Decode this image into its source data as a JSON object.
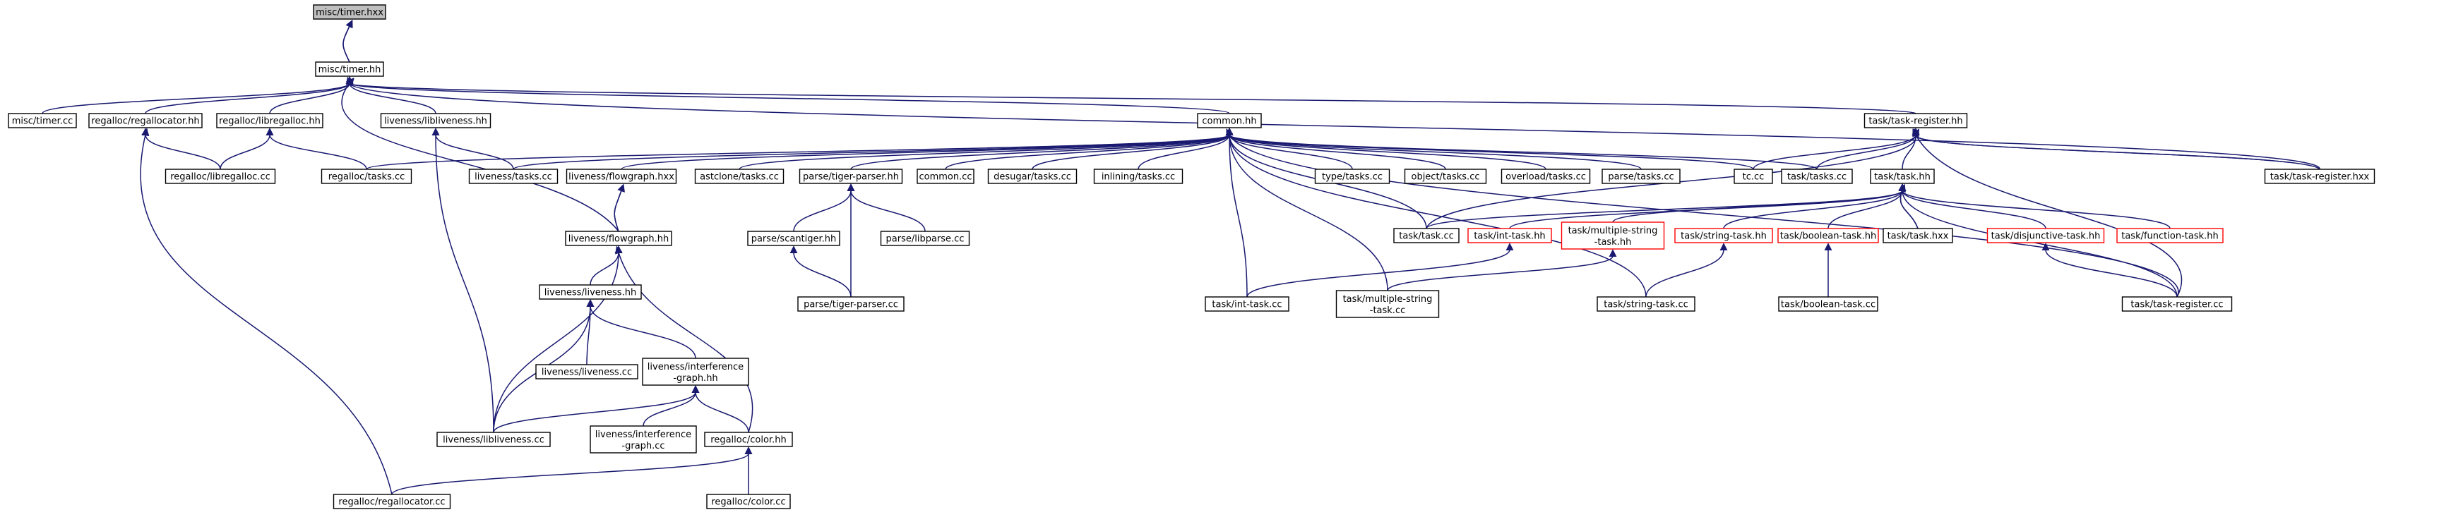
{
  "graph": {
    "colors": {
      "edge": "#191970",
      "node_border": "#000000",
      "node_border_incomplete": "#ff0000",
      "root_fill": "#bfbfbf"
    },
    "nodes": [
      {
        "id": "misc_timer_hxx",
        "label": "misc/timer.hxx",
        "style": "root"
      },
      {
        "id": "misc_timer_hh",
        "label": "misc/timer.hh"
      },
      {
        "id": "misc_timer_cc",
        "label": "misc/timer.cc"
      },
      {
        "id": "regalloc_regallocator_hh",
        "label": "regalloc/regallocator.hh"
      },
      {
        "id": "regalloc_libregalloc_hh",
        "label": "regalloc/libregalloc.hh"
      },
      {
        "id": "liveness_libliveness_hh",
        "label": "liveness/libliveness.hh"
      },
      {
        "id": "common_hh",
        "label": "common.hh"
      },
      {
        "id": "task_task_register_hh",
        "label": "task/task-register.hh"
      },
      {
        "id": "regalloc_libregalloc_cc",
        "label": "regalloc/libregalloc.cc"
      },
      {
        "id": "regalloc_tasks_cc",
        "label": "regalloc/tasks.cc"
      },
      {
        "id": "liveness_tasks_cc",
        "label": "liveness/tasks.cc"
      },
      {
        "id": "liveness_flowgraph_hxx",
        "label": "liveness/flowgraph.hxx"
      },
      {
        "id": "astclone_tasks_cc",
        "label": "astclone/tasks.cc"
      },
      {
        "id": "parse_tiger_parser_hh",
        "label": "parse/tiger-parser.hh"
      },
      {
        "id": "common_cc",
        "label": "common.cc"
      },
      {
        "id": "desugar_tasks_cc",
        "label": "desugar/tasks.cc"
      },
      {
        "id": "inlining_tasks_cc",
        "label": "inlining/tasks.cc"
      },
      {
        "id": "type_tasks_cc",
        "label": "type/tasks.cc"
      },
      {
        "id": "object_tasks_cc",
        "label": "object/tasks.cc"
      },
      {
        "id": "overload_tasks_cc",
        "label": "overload/tasks.cc"
      },
      {
        "id": "parse_tasks_cc",
        "label": "parse/tasks.cc"
      },
      {
        "id": "tc_cc",
        "label": "tc.cc"
      },
      {
        "id": "task_tasks_cc",
        "label": "task/tasks.cc"
      },
      {
        "id": "task_task_hh",
        "label": "task/task.hh"
      },
      {
        "id": "task_task_register_hxx",
        "label": "task/task-register.hxx"
      },
      {
        "id": "liveness_flowgraph_hh",
        "label": "liveness/flowgraph.hh"
      },
      {
        "id": "parse_scantiger_hh",
        "label": "parse/scantiger.hh"
      },
      {
        "id": "parse_libparse_cc",
        "label": "parse/libparse.cc"
      },
      {
        "id": "task_task_cc",
        "label": "task/task.cc"
      },
      {
        "id": "task_int_task_hh",
        "label": "task/int-task.hh",
        "style": "red"
      },
      {
        "id": "task_multiple_string_task_hh",
        "label": "task/multiple-string\n-task.hh",
        "style": "red"
      },
      {
        "id": "task_string_task_hh",
        "label": "task/string-task.hh",
        "style": "red"
      },
      {
        "id": "task_boolean_task_hh",
        "label": "task/boolean-task.hh",
        "style": "red"
      },
      {
        "id": "task_task_hxx",
        "label": "task/task.hxx"
      },
      {
        "id": "task_disjunctive_task_hh",
        "label": "task/disjunctive-task.hh",
        "style": "red"
      },
      {
        "id": "task_function_task_hh",
        "label": "task/function-task.hh",
        "style": "red"
      },
      {
        "id": "liveness_liveness_hh",
        "label": "liveness/liveness.hh"
      },
      {
        "id": "parse_tiger_parser_cc",
        "label": "parse/tiger-parser.cc"
      },
      {
        "id": "task_int_task_cc",
        "label": "task/int-task.cc"
      },
      {
        "id": "task_multiple_string_task_cc",
        "label": "task/multiple-string\n-task.cc"
      },
      {
        "id": "task_string_task_cc",
        "label": "task/string-task.cc"
      },
      {
        "id": "task_boolean_task_cc",
        "label": "task/boolean-task.cc"
      },
      {
        "id": "task_task_register_cc",
        "label": "task/task-register.cc"
      },
      {
        "id": "liveness_liveness_cc",
        "label": "liveness/liveness.cc"
      },
      {
        "id": "liveness_interference_graph_hh",
        "label": "liveness/interference\n-graph.hh"
      },
      {
        "id": "liveness_libliveness_cc",
        "label": "liveness/libliveness.cc"
      },
      {
        "id": "liveness_interference_graph_cc",
        "label": "liveness/interference\n-graph.cc"
      },
      {
        "id": "regalloc_color_hh",
        "label": "regalloc/color.hh"
      },
      {
        "id": "regalloc_regallocator_cc",
        "label": "regalloc/regallocator.cc"
      },
      {
        "id": "regalloc_color_cc",
        "label": "regalloc/color.cc"
      }
    ],
    "edges": [
      [
        "misc_timer_hxx",
        "misc_timer_hh"
      ],
      [
        "misc_timer_hh",
        "misc_timer_hxx"
      ],
      [
        "misc_timer_hh",
        "misc_timer_cc"
      ],
      [
        "misc_timer_hh",
        "regalloc_regallocator_hh"
      ],
      [
        "misc_timer_hh",
        "regalloc_libregalloc_hh"
      ],
      [
        "misc_timer_hh",
        "liveness_libliveness_hh"
      ],
      [
        "misc_timer_hh",
        "common_hh"
      ],
      [
        "misc_timer_hh",
        "task_task_register_hh"
      ],
      [
        "misc_timer_hh",
        "task_task_register_hxx"
      ],
      [
        "misc_timer_hh",
        "liveness_flowgraph_hh"
      ],
      [
        "regalloc_regallocator_hh",
        "regalloc_libregalloc_cc"
      ],
      [
        "regalloc_regallocator_hh",
        "regalloc_regallocator_cc"
      ],
      [
        "regalloc_libregalloc_hh",
        "regalloc_libregalloc_cc"
      ],
      [
        "regalloc_libregalloc_hh",
        "regalloc_tasks_cc"
      ],
      [
        "liveness_libliveness_hh",
        "liveness_tasks_cc"
      ],
      [
        "liveness_libliveness_hh",
        "liveness_libliveness_cc"
      ],
      [
        "common_hh",
        "regalloc_tasks_cc"
      ],
      [
        "common_hh",
        "liveness_tasks_cc"
      ],
      [
        "common_hh",
        "liveness_flowgraph_hxx"
      ],
      [
        "common_hh",
        "astclone_tasks_cc"
      ],
      [
        "common_hh",
        "parse_tiger_parser_hh"
      ],
      [
        "common_hh",
        "common_cc"
      ],
      [
        "common_hh",
        "desugar_tasks_cc"
      ],
      [
        "common_hh",
        "inlining_tasks_cc"
      ],
      [
        "common_hh",
        "type_tasks_cc"
      ],
      [
        "common_hh",
        "object_tasks_cc"
      ],
      [
        "common_hh",
        "overload_tasks_cc"
      ],
      [
        "common_hh",
        "parse_tasks_cc"
      ],
      [
        "common_hh",
        "tc_cc"
      ],
      [
        "common_hh",
        "task_tasks_cc"
      ],
      [
        "common_hh",
        "task_task_cc"
      ],
      [
        "common_hh",
        "task_int_task_cc"
      ],
      [
        "common_hh",
        "task_multiple_string_task_cc"
      ],
      [
        "common_hh",
        "task_string_task_cc"
      ],
      [
        "common_hh",
        "task_task_register_cc"
      ],
      [
        "task_task_register_hh",
        "tc_cc"
      ],
      [
        "task_task_register_hh",
        "task_tasks_cc"
      ],
      [
        "task_task_register_hh",
        "task_task_hh"
      ],
      [
        "task_task_register_hh",
        "task_task_register_hxx"
      ],
      [
        "task_task_register_hh",
        "task_task_cc"
      ],
      [
        "task_task_register_hh",
        "task_task_register_cc"
      ],
      [
        "task_task_register_hxx",
        "task_task_register_hh"
      ],
      [
        "liveness_flowgraph_hxx",
        "liveness_flowgraph_hh"
      ],
      [
        "liveness_flowgraph_hh",
        "liveness_flowgraph_hxx"
      ],
      [
        "liveness_flowgraph_hh",
        "liveness_liveness_hh"
      ],
      [
        "liveness_flowgraph_hh",
        "liveness_libliveness_cc"
      ],
      [
        "liveness_flowgraph_hh",
        "regalloc_color_hh"
      ],
      [
        "parse_tiger_parser_hh",
        "parse_scantiger_hh"
      ],
      [
        "parse_tiger_parser_hh",
        "parse_libparse_cc"
      ],
      [
        "parse_tiger_parser_hh",
        "parse_tiger_parser_cc"
      ],
      [
        "parse_scantiger_hh",
        "parse_tiger_parser_cc"
      ],
      [
        "task_task_hh",
        "task_task_cc"
      ],
      [
        "task_task_hh",
        "task_int_task_hh"
      ],
      [
        "task_task_hh",
        "task_multiple_string_task_hh"
      ],
      [
        "task_task_hh",
        "task_string_task_hh"
      ],
      [
        "task_task_hh",
        "task_boolean_task_hh"
      ],
      [
        "task_task_hh",
        "task_task_hxx"
      ],
      [
        "task_task_hh",
        "task_disjunctive_task_hh"
      ],
      [
        "task_task_hh",
        "task_function_task_hh"
      ],
      [
        "task_task_hh",
        "task_task_register_cc"
      ],
      [
        "task_task_hxx",
        "task_task_hh"
      ],
      [
        "task_int_task_hh",
        "task_int_task_cc"
      ],
      [
        "task_multiple_string_task_hh",
        "task_multiple_string_task_cc"
      ],
      [
        "task_string_task_hh",
        "task_string_task_cc"
      ],
      [
        "task_boolean_task_hh",
        "task_boolean_task_cc"
      ],
      [
        "task_disjunctive_task_hh",
        "task_task_register_cc"
      ],
      [
        "liveness_liveness_hh",
        "liveness_liveness_cc"
      ],
      [
        "liveness_liveness_hh",
        "liveness_interference_graph_hh"
      ],
      [
        "liveness_liveness_hh",
        "liveness_libliveness_cc"
      ],
      [
        "liveness_interference_graph_hh",
        "liveness_libliveness_cc"
      ],
      [
        "liveness_interference_graph_hh",
        "liveness_interference_graph_cc"
      ],
      [
        "liveness_interference_graph_hh",
        "regalloc_color_hh"
      ],
      [
        "regalloc_color_hh",
        "regalloc_regallocator_cc"
      ],
      [
        "regalloc_color_hh",
        "regalloc_color_cc"
      ]
    ]
  }
}
